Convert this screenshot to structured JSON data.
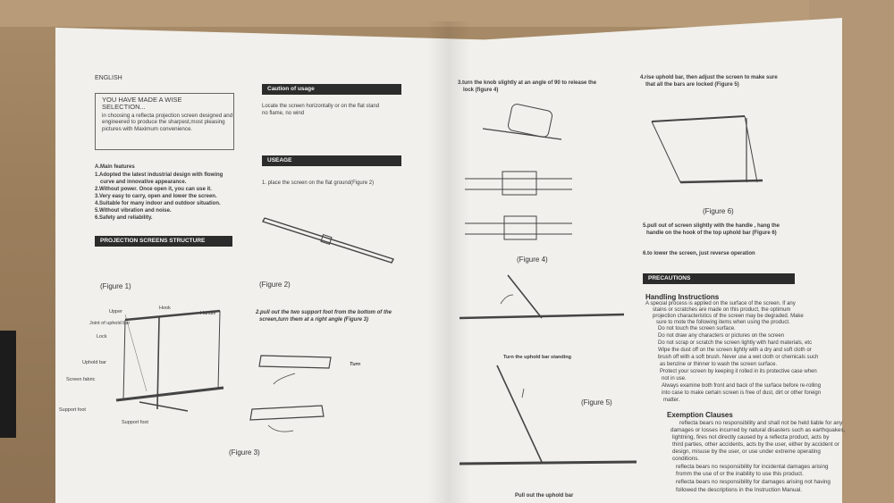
{
  "page1": {
    "language": "ENGLISH",
    "wise_title": "YOU HAVE MADE A WISE SELECTION...",
    "wise_body": "in choosing a reflecta projection screen designed and engineered to produce the sharpest,most pleasing pictures with Maximum convenience.",
    "features_title": "A.Main features",
    "features": [
      "1.Adopted the latest industrial design with flowing",
      "curve and innovative appearance.",
      "2.Without power. Once open it, you can use it.",
      "3.Very easy to carry, open and lower the screen.",
      "4.Suitable for many indoor and outdoor situation.",
      "5.Without vibration and noise.",
      "6.Safety and reliability."
    ],
    "structure_title": "PROJECTION SCREENS STRUCTURE",
    "figure1": "(Figure 1)",
    "parts": {
      "hook": "Hook",
      "upper": "Upper",
      "handle": "Handle",
      "joint": "Joint of uphold bar",
      "lock": "Lock",
      "uphold": "Uphold bar",
      "fabric": "Screen fabric",
      "foot_left": "Support foot",
      "foot_bottom": "Support foot"
    }
  },
  "page2": {
    "caution_title": "Caution of usage",
    "caution_text": [
      "Locate the screen horizontally or on the flat stand",
      "no flame, no wind"
    ],
    "usage_title": "USEAGE",
    "step1": "1. place the screen on the flat ground(Figure 2)",
    "figure2": "(Figure 2)",
    "step2": [
      "2.pull out the two support foot from the bottom of the",
      "screen,turn them at a right angle (Figure 3)"
    ],
    "turn": "Turn",
    "figure3": "(Figure 3)"
  },
  "page3": {
    "step3": [
      "3.turn the knob slightly at an angle of 90 to release the",
      "lock (figure 4)"
    ],
    "figure4": "(Figure 4)",
    "turn_uphold": "Turn the uphold bar standing",
    "figure5": "(Figure 5)",
    "pull_uphold": "Pull out the uphold bar"
  },
  "page4": {
    "step4": [
      "4.rise uphold bar,  then adjust  the screen to make sure",
      "that all the  bars are locked (Figure 5)"
    ],
    "figure6": "(Figure 6)",
    "step5": [
      "5.pull out  of screen slightly with the handle , hang the",
      "handle on the hook of  the top uphold bar (Figure 6)"
    ],
    "step6": "6.to lower the screen, just reverse operation",
    "precautions_title": "PRECAUTIONS",
    "handling_title": "Handling Instructions",
    "handling": [
      "A special process is applied on the surface of the screen. If any",
      "stains or scratches are made on this product, the optimum",
      "projection characteristics of the screen may be degraded. Make",
      "sure to mote the following items when using the product.",
      "Do not touch the screen surface.",
      "Do not draw any characters or pictures on the screen",
      "Do not scrap or scratch the screen lightly with hard materials, etc",
      "Wipe the dust off on the screen lightly with a dry and soft cloth or",
      "brush off with a soft brush. Never use a wet cloth or chemicals such",
      "as benzine or thinner to wash the screen surface.",
      "Protect your screen by keeping it rolled in its protective case when",
      "not in use.",
      "Always examine both front and back of the surface before re-rolling",
      "into case to make certain screen is free of dust, dirt or other foreign",
      "matter."
    ],
    "exemption_title": "Exemption Clauses",
    "exemption": [
      "reflecta bears no responsibility and shall not be held liable for any",
      "damages or losses incurred by natural disasters such as earthquakes,",
      "lightning, fires not directly caused by a reflecta product, acts by",
      "third parties, other accidents, acts by the user, either by accident or",
      "design, misuse by the user, or use under extreme operating",
      "conditions.",
      "reflecta bears no responsibility for incidental damages arising",
      "fromm the use of or the inability to use this product.",
      "reflecta bears no responsibility for damages arising not having",
      "followed the descriptions in the Instruction Manual."
    ]
  }
}
